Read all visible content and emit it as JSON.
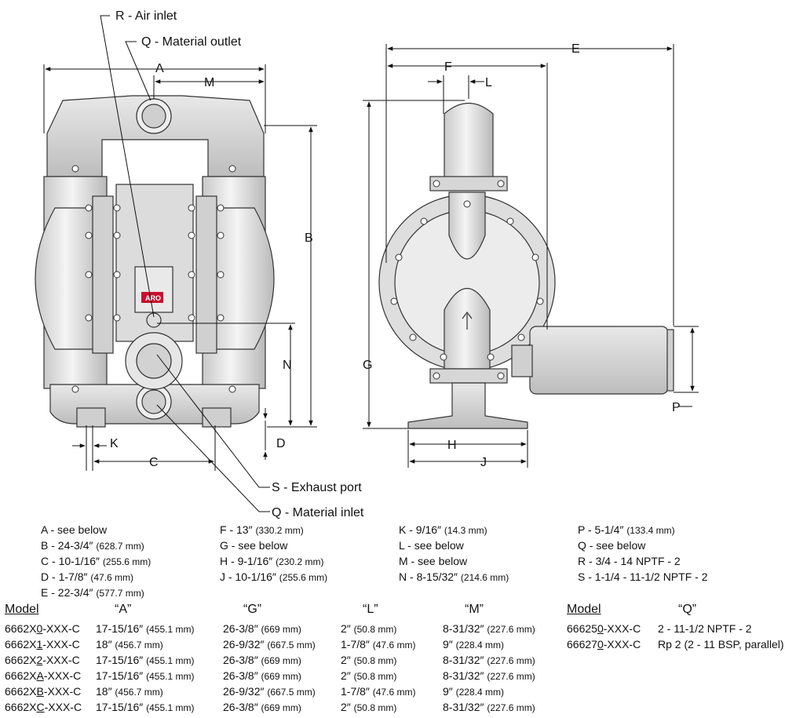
{
  "labels": {
    "air_inlet": "R - Air inlet",
    "material_outlet": "Q - Material outlet",
    "exhaust_port": "S - Exhaust port",
    "material_inlet": "Q - Material inlet",
    "dim_A": "A",
    "dim_M": "M",
    "dim_B": "B",
    "dim_N": "N",
    "dim_D": "D",
    "dim_K": "K",
    "dim_C": "C",
    "dim_E": "E",
    "dim_F": "F",
    "dim_L": "L",
    "dim_G": "G",
    "dim_P": "P",
    "dim_H": "H",
    "dim_J": "J",
    "brand": "ARO"
  },
  "dimensions": [
    [
      {
        "key": "A",
        "value": "see below",
        "mm": ""
      },
      {
        "key": "B",
        "value": "24-3/4″",
        "mm": "(628.7 mm)"
      },
      {
        "key": "C",
        "value": "10-1/16″",
        "mm": "(255.6 mm)"
      },
      {
        "key": "D",
        "value": "1-7/8″",
        "mm": "(47.6 mm)"
      },
      {
        "key": "E",
        "value": "22-3/4″",
        "mm": "(577.7 mm)"
      }
    ],
    [
      {
        "key": "F",
        "value": "13″",
        "mm": "(330.2 mm)"
      },
      {
        "key": "G",
        "value": "see below",
        "mm": ""
      },
      {
        "key": "H",
        "value": "9-1/16″",
        "mm": "(230.2 mm)"
      },
      {
        "key": "J",
        "value": "10-1/16″",
        "mm": "(255.6 mm)"
      }
    ],
    [
      {
        "key": "K",
        "value": "9/16″",
        "mm": "(14.3 mm)"
      },
      {
        "key": "L",
        "value": "see below",
        "mm": ""
      },
      {
        "key": "M",
        "value": "see below",
        "mm": ""
      },
      {
        "key": "N",
        "value": "8-15/32″",
        "mm": "(214.6 mm)"
      }
    ],
    [
      {
        "key": "P",
        "value": "5-1/4″",
        "mm": "(133.4 mm)"
      },
      {
        "key": "Q",
        "value": "see below",
        "mm": ""
      },
      {
        "key": "R",
        "value": "3/4 - 14 NPTF - 2",
        "mm": ""
      },
      {
        "key": "S",
        "value": "1-1/4 - 11-1/2 NPTF - 2",
        "mm": ""
      }
    ]
  ],
  "model_table": {
    "headers": [
      "Model",
      "“A”",
      "“G”",
      "“L”",
      "“M”"
    ],
    "rows": [
      {
        "pre": "6662X",
        "u": "0",
        "post": "-XXX-C",
        "A": "17-15/16″",
        "A_mm": "(455.1 mm)",
        "G": "26-3/8″",
        "G_mm": "(669 mm)",
        "L": "2″",
        "L_mm": "(50.8 mm)",
        "M": "8-31/32″",
        "M_mm": "(227.6 mm)"
      },
      {
        "pre": "6662X",
        "u": "1",
        "post": "-XXX-C",
        "A": "18″",
        "A_mm": "(456.7 mm)",
        "G": "26-9/32″",
        "G_mm": "(667.5 mm)",
        "L": "1-7/8″",
        "L_mm": "(47.6 mm)",
        "M": "9″",
        "M_mm": "(228.4 mm)"
      },
      {
        "pre": "6662X",
        "u": "2",
        "post": "-XXX-C",
        "A": "17-15/16″",
        "A_mm": "(455.1 mm)",
        "G": "26-3/8″",
        "G_mm": "(669 mm)",
        "L": "2″",
        "L_mm": "(50.8 mm)",
        "M": "8-31/32″",
        "M_mm": "(227.6 mm)"
      },
      {
        "pre": "6662X",
        "u": "A",
        "post": "-XXX-C",
        "A": "17-15/16″",
        "A_mm": "(455.1 mm)",
        "G": "26-3/8″",
        "G_mm": "(669 mm)",
        "L": "2″",
        "L_mm": "(50.8 mm)",
        "M": "8-31/32″",
        "M_mm": "(227.6 mm)"
      },
      {
        "pre": "6662X",
        "u": "B",
        "post": "-XXX-C",
        "A": "18″",
        "A_mm": "(456.7 mm)",
        "G": "26-9/32″",
        "G_mm": "(667.5 mm)",
        "L": "1-7/8″",
        "L_mm": "(47.6 mm)",
        "M": "9″",
        "M_mm": "(228.4 mm)"
      },
      {
        "pre": "6662X",
        "u": "C",
        "post": "-XXX-C",
        "A": "17-15/16″",
        "A_mm": "(455.1 mm)",
        "G": "26-3/8″",
        "G_mm": "(669 mm)",
        "L": "2″",
        "L_mm": "(50.8 mm)",
        "M": "8-31/32″",
        "M_mm": "(227.6 mm)"
      }
    ]
  },
  "q_table": {
    "headers": [
      "Model",
      "“Q”"
    ],
    "rows": [
      {
        "pre": "66625",
        "u": "0",
        "post": "-XXX-C",
        "Q": "2 - 11-1/2 NPTF - 2"
      },
      {
        "pre": "66627",
        "u": "0",
        "post": "-XXX-C",
        "Q": "Rp 2 (2 - 11 BSP, parallel)"
      }
    ]
  }
}
